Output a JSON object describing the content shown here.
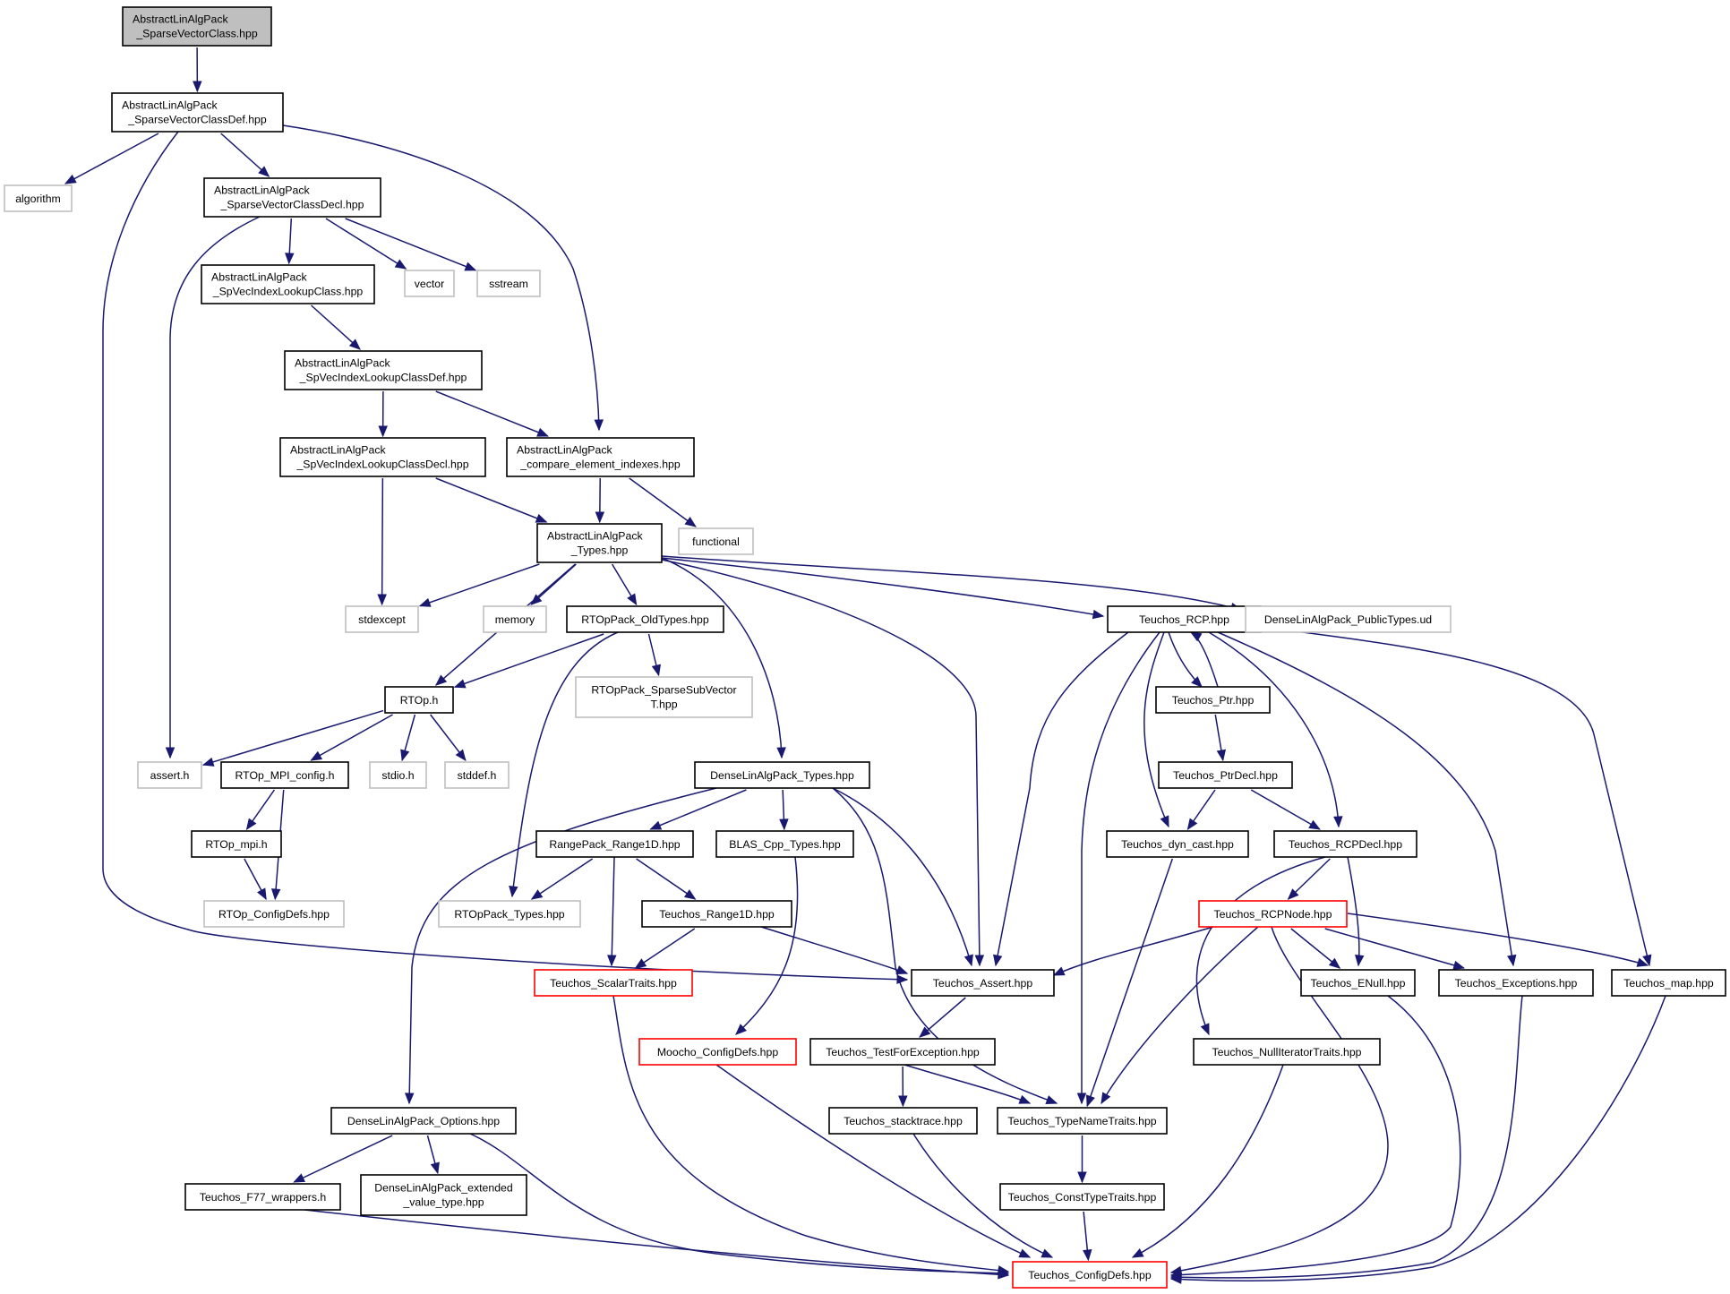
{
  "colors": {
    "edge": "#191970",
    "node_border": "#000000",
    "root_fill": "#bfbfbf",
    "external_border": "#bfbfbf",
    "truncated_border": "#ff0000",
    "background": "#ffffff"
  },
  "nodes": [
    {
      "id": "svc",
      "lines": [
        "AbstractLinAlgPack",
        "_SparseVectorClass.hpp"
      ],
      "kind": "root"
    },
    {
      "id": "svcdef",
      "lines": [
        "AbstractLinAlgPack",
        "_SparseVectorClassDef.hpp"
      ],
      "kind": "normal"
    },
    {
      "id": "algorithm",
      "lines": [
        "algorithm"
      ],
      "kind": "external"
    },
    {
      "id": "svcdecl",
      "lines": [
        "AbstractLinAlgPack",
        "_SparseVectorClassDecl.hpp"
      ],
      "kind": "normal"
    },
    {
      "id": "splc",
      "lines": [
        "AbstractLinAlgPack",
        "_SpVecIndexLookupClass.hpp"
      ],
      "kind": "normal"
    },
    {
      "id": "vector",
      "lines": [
        "vector"
      ],
      "kind": "external"
    },
    {
      "id": "sstream",
      "lines": [
        "sstream"
      ],
      "kind": "external"
    },
    {
      "id": "splcdef",
      "lines": [
        "AbstractLinAlgPack",
        "_SpVecIndexLookupClassDef.hpp"
      ],
      "kind": "normal"
    },
    {
      "id": "splcdecl",
      "lines": [
        "AbstractLinAlgPack",
        "_SpVecIndexLookupClassDecl.hpp"
      ],
      "kind": "normal"
    },
    {
      "id": "cei",
      "lines": [
        "AbstractLinAlgPack",
        "_compare_element_indexes.hpp"
      ],
      "kind": "normal"
    },
    {
      "id": "types",
      "lines": [
        "AbstractLinAlgPack",
        "_Types.hpp"
      ],
      "kind": "normal"
    },
    {
      "id": "functional",
      "lines": [
        "functional"
      ],
      "kind": "external"
    },
    {
      "id": "stdexcept",
      "lines": [
        "stdexcept"
      ],
      "kind": "external"
    },
    {
      "id": "memory",
      "lines": [
        "memory"
      ],
      "kind": "external"
    },
    {
      "id": "oldtypes",
      "lines": [
        "RTOpPack_OldTypes.hpp"
      ],
      "kind": "normal"
    },
    {
      "id": "rcp",
      "lines": [
        "Teuchos_RCP.hpp"
      ],
      "kind": "normal"
    },
    {
      "id": "dlapt",
      "lines": [
        "DenseLinAlgPack_PublicTypes.ud"
      ],
      "kind": "external"
    },
    {
      "id": "rtop",
      "lines": [
        "RTOp.h"
      ],
      "kind": "normal"
    },
    {
      "id": "ssv",
      "lines": [
        "RTOpPack_SparseSubVector",
        "T.hpp"
      ],
      "kind": "external"
    },
    {
      "id": "ptr",
      "lines": [
        "Teuchos_Ptr.hpp"
      ],
      "kind": "normal"
    },
    {
      "id": "asserth",
      "lines": [
        "assert.h"
      ],
      "kind": "external"
    },
    {
      "id": "mpiconfig",
      "lines": [
        "RTOp_MPI_config.h"
      ],
      "kind": "normal"
    },
    {
      "id": "stdio",
      "lines": [
        "stdio.h"
      ],
      "kind": "external"
    },
    {
      "id": "stddef",
      "lines": [
        "stddef.h"
      ],
      "kind": "external"
    },
    {
      "id": "dlatypes",
      "lines": [
        "DenseLinAlgPack_Types.hpp"
      ],
      "kind": "normal"
    },
    {
      "id": "ptrdecl",
      "lines": [
        "Teuchos_PtrDecl.hpp"
      ],
      "kind": "normal"
    },
    {
      "id": "rtopmpi",
      "lines": [
        "RTOp_mpi.h"
      ],
      "kind": "normal"
    },
    {
      "id": "range1d",
      "lines": [
        "RangePack_Range1D.hpp"
      ],
      "kind": "normal"
    },
    {
      "id": "blas",
      "lines": [
        "BLAS_Cpp_Types.hpp"
      ],
      "kind": "normal"
    },
    {
      "id": "dyncast",
      "lines": [
        "Teuchos_dyn_cast.hpp"
      ],
      "kind": "normal"
    },
    {
      "id": "rcpdecl",
      "lines": [
        "Teuchos_RCPDecl.hpp"
      ],
      "kind": "normal"
    },
    {
      "id": "rtopcfg",
      "lines": [
        "RTOp_ConfigDefs.hpp"
      ],
      "kind": "external"
    },
    {
      "id": "rtoptypes",
      "lines": [
        "RTOpPack_Types.hpp"
      ],
      "kind": "external"
    },
    {
      "id": "trange1d",
      "lines": [
        "Teuchos_Range1D.hpp"
      ],
      "kind": "normal"
    },
    {
      "id": "rcpnode",
      "lines": [
        "Teuchos_RCPNode.hpp"
      ],
      "kind": "truncated"
    },
    {
      "id": "scalar",
      "lines": [
        "Teuchos_ScalarTraits.hpp"
      ],
      "kind": "truncated"
    },
    {
      "id": "tassert",
      "lines": [
        "Teuchos_Assert.hpp"
      ],
      "kind": "normal"
    },
    {
      "id": "enull",
      "lines": [
        "Teuchos_ENull.hpp"
      ],
      "kind": "normal"
    },
    {
      "id": "exceptions",
      "lines": [
        "Teuchos_Exceptions.hpp"
      ],
      "kind": "normal"
    },
    {
      "id": "tmap",
      "lines": [
        "Teuchos_map.hpp"
      ],
      "kind": "normal"
    },
    {
      "id": "moocho",
      "lines": [
        "Moocho_ConfigDefs.hpp"
      ],
      "kind": "truncated"
    },
    {
      "id": "tfe",
      "lines": [
        "Teuchos_TestForException.hpp"
      ],
      "kind": "normal"
    },
    {
      "id": "nullit",
      "lines": [
        "Teuchos_NullIteratorTraits.hpp"
      ],
      "kind": "normal"
    },
    {
      "id": "options",
      "lines": [
        "DenseLinAlgPack_Options.hpp"
      ],
      "kind": "normal"
    },
    {
      "id": "stacktrace",
      "lines": [
        "Teuchos_stacktrace.hpp"
      ],
      "kind": "normal"
    },
    {
      "id": "typename",
      "lines": [
        "Teuchos_TypeNameTraits.hpp"
      ],
      "kind": "normal"
    },
    {
      "id": "f77",
      "lines": [
        "Teuchos_F77_wrappers.h"
      ],
      "kind": "normal"
    },
    {
      "id": "extvt",
      "lines": [
        "DenseLinAlgPack_extended",
        "_value_type.hpp"
      ],
      "kind": "normal"
    },
    {
      "id": "consttt",
      "lines": [
        "Teuchos_ConstTypeTraits.hpp"
      ],
      "kind": "normal"
    },
    {
      "id": "tcfg",
      "lines": [
        "Teuchos_ConfigDefs.hpp"
      ],
      "kind": "truncated"
    }
  ],
  "edges": [
    [
      "svc",
      "svcdef"
    ],
    [
      "svcdef",
      "algorithm"
    ],
    [
      "svcdef",
      "svcdecl"
    ],
    [
      "svcdef",
      "cei"
    ],
    [
      "svcdef",
      "tassert"
    ],
    [
      "svcdecl",
      "splc"
    ],
    [
      "svcdecl",
      "vector"
    ],
    [
      "svcdecl",
      "sstream"
    ],
    [
      "svcdecl",
      "asserth"
    ],
    [
      "splc",
      "splcdef"
    ],
    [
      "splcdef",
      "splcdecl"
    ],
    [
      "splcdef",
      "cei"
    ],
    [
      "splcdecl",
      "types"
    ],
    [
      "splcdecl",
      "stdexcept"
    ],
    [
      "cei",
      "types"
    ],
    [
      "cei",
      "functional"
    ],
    [
      "types",
      "stdexcept"
    ],
    [
      "types",
      "memory"
    ],
    [
      "types",
      "oldtypes"
    ],
    [
      "types",
      "rtop"
    ],
    [
      "types",
      "rcp"
    ],
    [
      "types",
      "dlapt"
    ],
    [
      "types",
      "dlatypes"
    ],
    [
      "types",
      "tassert"
    ],
    [
      "oldtypes",
      "rtop"
    ],
    [
      "oldtypes",
      "ssv"
    ],
    [
      "oldtypes",
      "rtoptypes"
    ],
    [
      "rtop",
      "asserth"
    ],
    [
      "rtop",
      "mpiconfig"
    ],
    [
      "rtop",
      "stdio"
    ],
    [
      "rtop",
      "stddef"
    ],
    [
      "mpiconfig",
      "rtopmpi"
    ],
    [
      "mpiconfig",
      "rtopcfg"
    ],
    [
      "rtopmpi",
      "rtopcfg"
    ],
    [
      "rcp",
      "ptr"
    ],
    [
      "rcp",
      "tassert"
    ],
    [
      "rcp",
      "typename"
    ],
    [
      "rcp",
      "dyncast"
    ],
    [
      "rcp",
      "rcpdecl"
    ],
    [
      "rcp",
      "exceptions"
    ],
    [
      "rcp",
      "tmap"
    ],
    [
      "ptr",
      "rcp"
    ],
    [
      "ptr",
      "ptrdecl"
    ],
    [
      "ptrdecl",
      "dyncast"
    ],
    [
      "ptrdecl",
      "rcpdecl"
    ],
    [
      "dyncast",
      "typename"
    ],
    [
      "rcpdecl",
      "rcpnode"
    ],
    [
      "rcpdecl",
      "enull"
    ],
    [
      "rcpdecl",
      "nullit"
    ],
    [
      "rcpnode",
      "tassert"
    ],
    [
      "rcpnode",
      "typename"
    ],
    [
      "rcpnode",
      "enull"
    ],
    [
      "rcpnode",
      "exceptions"
    ],
    [
      "rcpnode",
      "tmap"
    ],
    [
      "rcpnode",
      "tcfg"
    ],
    [
      "dlatypes",
      "range1d"
    ],
    [
      "dlatypes",
      "blas"
    ],
    [
      "dlatypes",
      "options"
    ],
    [
      "dlatypes",
      "tassert"
    ],
    [
      "dlatypes",
      "typename"
    ],
    [
      "range1d",
      "rtoptypes"
    ],
    [
      "range1d",
      "trange1d"
    ],
    [
      "range1d",
      "scalar"
    ],
    [
      "trange1d",
      "scalar"
    ],
    [
      "trange1d",
      "tassert"
    ],
    [
      "blas",
      "moocho"
    ],
    [
      "tassert",
      "tfe"
    ],
    [
      "tfe",
      "stacktrace"
    ],
    [
      "tfe",
      "typename"
    ],
    [
      "typename",
      "consttt"
    ],
    [
      "consttt",
      "tcfg"
    ],
    [
      "stacktrace",
      "tcfg"
    ],
    [
      "moocho",
      "tcfg"
    ],
    [
      "scalar",
      "tcfg"
    ],
    [
      "nullit",
      "tcfg"
    ],
    [
      "enull",
      "tcfg"
    ],
    [
      "exceptions",
      "tcfg"
    ],
    [
      "tmap",
      "tcfg"
    ],
    [
      "options",
      "f77"
    ],
    [
      "options",
      "extvt"
    ],
    [
      "options",
      "tcfg"
    ],
    [
      "f77",
      "tcfg"
    ]
  ]
}
